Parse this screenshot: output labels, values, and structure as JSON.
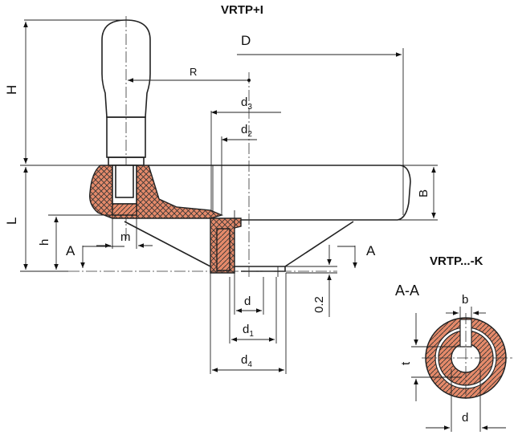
{
  "titles": {
    "main": "VRTP+I",
    "section_variant": "VRTP...-K",
    "section_view": "A-A"
  },
  "labels": {
    "D": "D",
    "R": "R",
    "H": "H",
    "L": "L",
    "h": "h",
    "B": "B",
    "m": "m",
    "A_left": "A",
    "A_right": "A",
    "d3_main": "d",
    "d3_sub": "3",
    "d2_main": "d",
    "d2_sub": "2",
    "d": "d",
    "d1_main": "d",
    "d1_sub": "1",
    "d4_main": "d",
    "d4_sub": "4",
    "gap": "0.2",
    "b": "b",
    "t": "t",
    "d_section": "d"
  }
}
